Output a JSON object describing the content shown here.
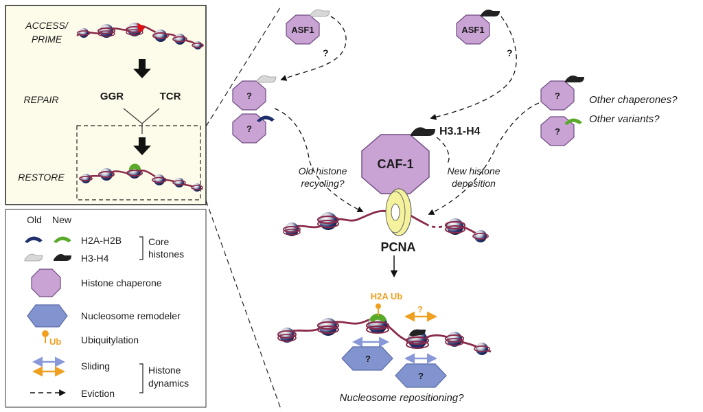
{
  "top_panel": {
    "stages": [
      "ACCESS/",
      "PRIME",
      "REPAIR",
      "RESTORE"
    ],
    "ggr": "GGR",
    "tcr": "TCR"
  },
  "legend": {
    "old": "Old",
    "new": "New",
    "h2a_h2b": "H2A-H2B",
    "h3_h4": "H3-H4",
    "core_histones": [
      "Core",
      "histones"
    ],
    "histone_chaperone": "Histone chaperone",
    "nucleosome_remodeler": "Nucleosome remodeler",
    "ubiquitylation": "Ubiquitylation",
    "ub_tag": "Ub",
    "sliding": "Sliding",
    "eviction": "Eviction",
    "histone_dynamics": [
      "Histone",
      "dynamics"
    ]
  },
  "main": {
    "asf1": "ASF1",
    "question": "?",
    "caf1": "CAF-1",
    "h31_h4": "H3.1-H4",
    "pcna": "PCNA",
    "old_recycling": [
      "Old histone",
      "recycling?"
    ],
    "new_deposition": [
      "New histone",
      "deposition"
    ],
    "other_chaperones": "Other chaperones?",
    "other_variants": "Other variants?",
    "h2a_ub": "H2A Ub",
    "nucleosome_repositioning": "Nucleosome repositioning?"
  },
  "colors": {
    "chaperone": "#c9a3d4",
    "chaperone_stroke": "#6e4a80",
    "remodeler": "#8294d0",
    "panel_bg": "#fdfbe9",
    "dna": "#8a2a4a",
    "old_h2a": "#1f2f6b",
    "new_h2a": "#5aaa2a",
    "old_h3": "#c8c8c8",
    "new_h3": "#222222",
    "pcna": "#f4f29c",
    "ub": "#f0a020",
    "slide_blue": "#8898d8"
  },
  "icons": [
    "nucleosome-icon",
    "damage-marker-icon",
    "histone-chaperone-icon",
    "nucleosome-remodeler-icon",
    "ubiquitin-icon",
    "pcna-clamp-icon",
    "down-arrow-icon",
    "double-arrow-icon",
    "dashed-arrow-icon"
  ]
}
